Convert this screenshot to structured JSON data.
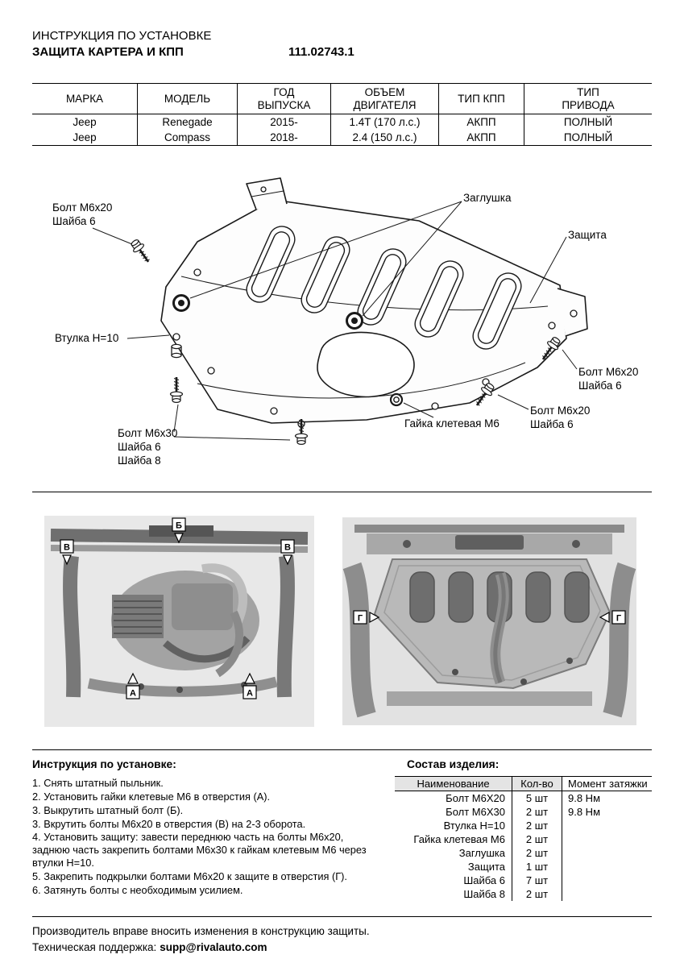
{
  "header": {
    "line1": "ИНСТРУКЦИЯ ПО УСТАНОВКЕ",
    "line2": "ЗАЩИТА КАРТЕРА И КПП",
    "part_number": "111.02743.1"
  },
  "spec_table": {
    "columns": [
      "МАРКА",
      "МОДЕЛЬ",
      "ГОД\nВЫПУСКА",
      "ОБЪЕМ\nДВИГАТЕЛЯ",
      "ТИП КПП",
      "ТИП\nПРИВОДА"
    ],
    "rows": [
      {
        "brand": "Jeep",
        "model": "Renegade",
        "year": "2015-",
        "engine": "1.4T (170 л.с.)",
        "gearbox": "АКПП",
        "drive": "ПОЛНЫЙ"
      },
      {
        "brand": "Jeep",
        "model": "Compass",
        "year": "2018-",
        "engine": "2.4 (150 л.с.)",
        "gearbox": "АКПП",
        "drive": "ПОЛНЫЙ"
      }
    ]
  },
  "diagram": {
    "labels": {
      "bolt_m6x20_left": "Болт М6х20\nШайба 6",
      "plug": "Заглушка",
      "guard": "Защита",
      "bushing": "Втулка Н=10",
      "bolt_m6x20_right_upper": "Болт М6х20\nШайба 6",
      "bolt_m6x20_right_lower": "Болт М6х20\nШайба 6",
      "rivet_nut": "Гайка клетевая М6",
      "bolt_m6x30": "Болт М6х30\nШайба 6\nШайба 8"
    }
  },
  "photos": {
    "left_markers": [
      "Б",
      "В",
      "В",
      "А",
      "А"
    ],
    "right_markers": [
      "Г",
      "Г"
    ]
  },
  "instructions": {
    "title": "Инструкция по установке:",
    "steps": [
      "1. Снять штатный пыльник.",
      "2. Установить гайки клетевые М6 в отверстия (А).",
      "3. Выкрутить штатный болт (Б).",
      "3. Вкрутить болты М6х20 в отверстия (В) на 2-3 оборота.",
      "4. Установить защиту: завести переднюю часть на болты М6х20, заднюю часть закрепить болтами М6х30 к гайкам клетевым М6 через втулки Н=10.",
      "5. Закрепить подкрылки болтами М6х20 к защите в отверстия (Г).",
      "6. Затянуть болты с необходимым усилием."
    ]
  },
  "parts": {
    "title": "Состав изделия:",
    "columns": [
      "Наименование",
      "Кол-во",
      "Момент затяжки"
    ],
    "rows": [
      {
        "name": "Болт М6Х20",
        "qty": "5 шт",
        "torque": "9.8 Нм"
      },
      {
        "name": "Болт М6Х30",
        "qty": "2 шт",
        "torque": "9.8 Нм"
      },
      {
        "name": "Втулка Н=10",
        "qty": "2 шт",
        "torque": ""
      },
      {
        "name": "Гайка клетевая М6",
        "qty": "2 шт",
        "torque": ""
      },
      {
        "name": "Заглушка",
        "qty": "2 шт",
        "torque": ""
      },
      {
        "name": "Защита",
        "qty": "1 шт",
        "torque": ""
      },
      {
        "name": "Шайба 6",
        "qty": "7 шт",
        "torque": ""
      },
      {
        "name": "Шайба 8",
        "qty": "2 шт",
        "torque": ""
      }
    ]
  },
  "footer": {
    "line1": "Производитель вправе вносить изменения в конструкцию защиты.",
    "line2_label": "Техническая поддержка:",
    "line2_email": "supp@rivalauto.com"
  },
  "colors": {
    "text": "#000000",
    "parts_header_bg": "#e4e4e4"
  }
}
